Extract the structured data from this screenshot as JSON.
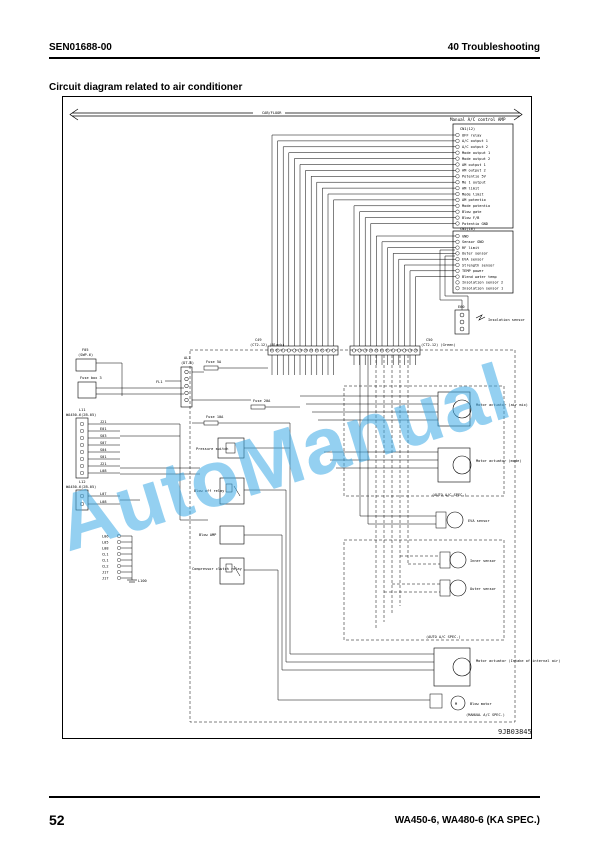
{
  "header": {
    "doc_code": "SEN01688-00",
    "section": "40 Troubleshooting"
  },
  "title": "Circuit diagram related to air conditioner",
  "footer": {
    "page": "52",
    "model": "WA450-6, WA480-6 (KA SPEC.)"
  },
  "figure_code": "9JB03845",
  "watermark": "AutoManual",
  "diagram": {
    "top_arrow_label": "CAB/FLOOR",
    "controller_title": "Manual A/C control AMP",
    "cn1_label": "CN1(12)",
    "cn1_pins": [
      "OFF relay",
      "A/C output 1",
      "A/C output 2",
      "Mode output 1",
      "Mode output 2",
      "AM output 1",
      "AM output 2",
      "Potentio 5V",
      "Mo 1 output",
      "AM limit",
      "Mode limit",
      "AM potentio",
      "Mode potentio",
      "Blow gate",
      "Blow F/B",
      "Potentio GND"
    ],
    "cn2_label": "CN2(16)",
    "cn2_pins": [
      "GND",
      "Sensor GND",
      "RF limit",
      "Outer sensor",
      "EVA sensor",
      "Strength sensor",
      "TEMP power",
      "Blend water temp",
      "Insolation sensor 2",
      "Insolation sensor 1"
    ],
    "e60_label": "E60",
    "insolation_sensor": "Insolation sensor",
    "c49_label": "C49",
    "c49_sub": "(CT2-12) (Black)",
    "c50_label": "C50",
    "c50_sub": "(CT2-12) (Green)",
    "f05_label": "F05",
    "f05_sub": "(SWP-6)",
    "fr_label": "Fuse box 3",
    "al1_label": "AL1",
    "al1_sub": "(DT-8)",
    "fuse_3a": "Fuse 5A",
    "fuse_10a": "Fuse 10A",
    "fuse_20a": "Fuse 20A",
    "fl1_label": "FL1",
    "l11_label": "L11",
    "l11_sub": "WA450-6(2B-05)",
    "l11_pins": [
      "J21",
      "E01",
      "S03",
      "S07",
      "S04",
      "S01",
      "J21",
      "L08"
    ],
    "l12_label": "L12",
    "l12_sub": "WA450-6(2B-05)",
    "l12_pins": [
      "L07",
      "L08"
    ],
    "ground_pins": [
      "L06",
      "L05",
      "L08",
      "CL1",
      "CL1",
      "CL2",
      "J17",
      "J17"
    ],
    "ground_label": "L100",
    "pressure_switch": "Pressure switch",
    "blow_off_relay": "Blow off relay",
    "blow_amp": "Blow AMP",
    "comp_relay": "Compressor clutch relay",
    "act_air_mix": "Motor actuator (air mix)",
    "act_mode": "Motor actuator (mode)",
    "auto_spec_1": "(AUTO A/C SPEC.)",
    "eva_sensor": "EVA sensor",
    "inner_sensor": "Inner sensor",
    "outer_sensor": "Outer sensor",
    "auto_spec_2": "(AUTO A/C SPEC.)",
    "act_internal": "Motor actuator (Intake of internal air)",
    "blow_motor": "Blow motor",
    "manual_spec": "(MANUAL A/C SPEC.)"
  }
}
